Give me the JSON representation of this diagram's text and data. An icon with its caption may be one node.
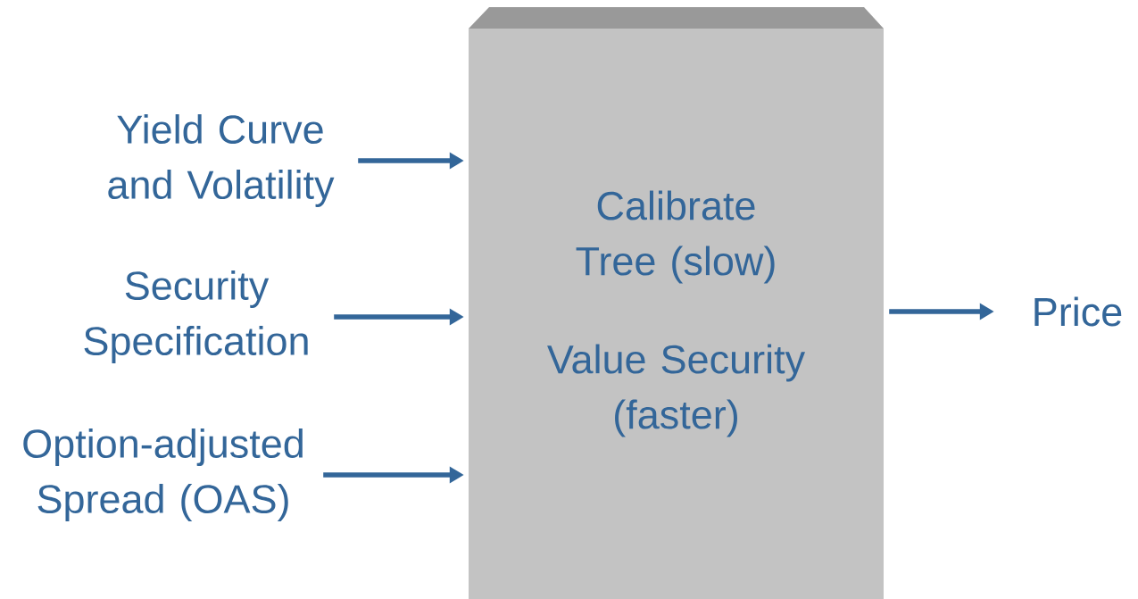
{
  "diagram": {
    "nodes": [
      {
        "text": [
          "Yield Curve and Volatility"
        ]
      },
      {
        "text": [
          "Security Specification"
        ]
      },
      {
        "text": [
          "Option-adjusted Spread (OAS)"
        ]
      },
      {
        "text": [
          "Calibrate Tree (slow)",
          "Value Security (faster)"
        ]
      },
      {
        "text": [
          "Price"
        ]
      }
    ],
    "edges": [
      {
        "from": 0,
        "to": 3,
        "arrow": "to"
      },
      {
        "from": 1,
        "to": 3,
        "arrow": "to"
      },
      {
        "from": 2,
        "to": 3,
        "arrow": "to"
      },
      {
        "from": 3,
        "to": 4,
        "arrow": "to"
      }
    ]
  }
}
